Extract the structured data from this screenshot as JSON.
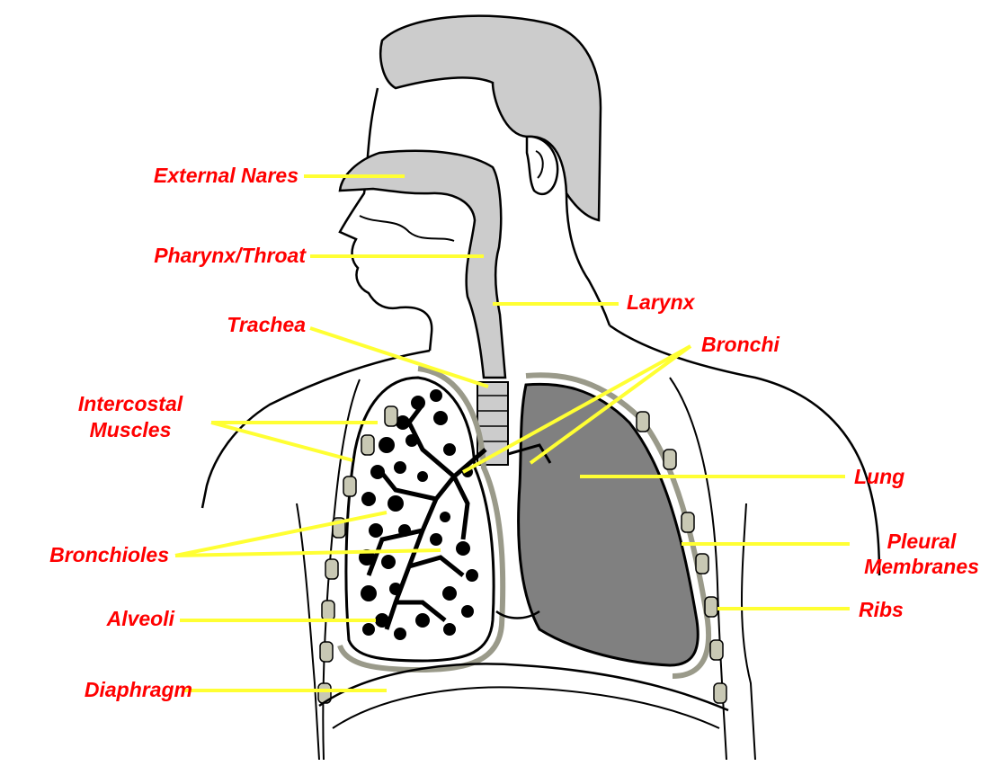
{
  "colors": {
    "label_text": "#ff0000",
    "leader_line": "#ffff33",
    "outline": "#000000",
    "head_fill": "#cccccc",
    "lung_fill": "#808080",
    "rib_fill": "#c8c8b4"
  },
  "labels": {
    "external_nares": "External Nares",
    "pharynx": "Pharynx/Throat",
    "trachea": "Trachea",
    "intercostal_1": "Intercostal",
    "intercostal_2": "Muscles",
    "bronchioles": "Bronchioles",
    "alveoli": "Alveoli",
    "diaphragm": "Diaphragm",
    "larynx": "Larynx",
    "bronchi": "Bronchi",
    "lung": "Lung",
    "pleural_1": "Pleural",
    "pleural_2": "Membranes",
    "ribs": "Ribs"
  }
}
